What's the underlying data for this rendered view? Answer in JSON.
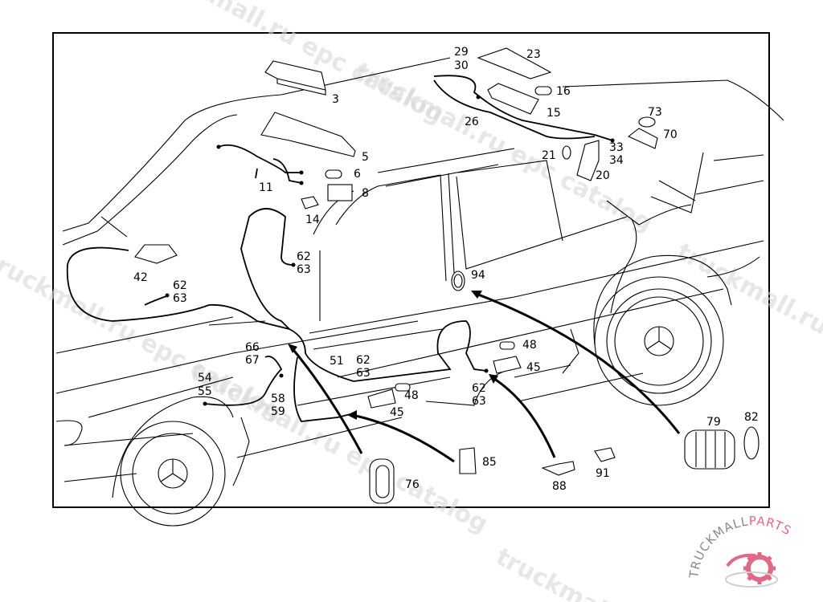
{
  "diagram": {
    "title": "Interior lighting parts diagram",
    "callouts": {
      "c3": "3",
      "c5": "5",
      "c6": "6",
      "c8": "8",
      "c11": "11",
      "c14": "14",
      "c29": "29",
      "c30": "30",
      "c23": "23",
      "c16": "16",
      "c15": "15",
      "c26": "26",
      "c73": "73",
      "c70": "70",
      "c33": "33",
      "c34": "34",
      "c21": "21",
      "c20": "20",
      "c42": "42",
      "c62a": "62",
      "c63a": "63",
      "c62b": "62",
      "c63b": "63",
      "c94": "94",
      "c66": "66",
      "c67": "67",
      "c51": "51",
      "c62c": "62",
      "c63c": "63",
      "c48a": "48",
      "c45a": "45",
      "c54": "54",
      "c55": "55",
      "c58": "58",
      "c59": "59",
      "c48b": "48",
      "c45b": "45",
      "c62d": "62",
      "c63d": "63",
      "c79": "79",
      "c82": "82",
      "c85": "85",
      "c76": "76",
      "c88": "88",
      "c91": "91"
    }
  },
  "watermarks": {
    "text1": "truckmall.ru epc catalog",
    "text2": "truckmall.ru epc catalog",
    "text3": "truckmall.ru epc catalog",
    "text4": "truckmall.ru epc catalog",
    "text5": "truckmall.ru epc catalog"
  },
  "logo": {
    "brand_left": "TRUCKMALL",
    "brand_right": "PARTS",
    "colors": {
      "gray": "#8a8a8a",
      "pink": "#e06a86"
    }
  }
}
